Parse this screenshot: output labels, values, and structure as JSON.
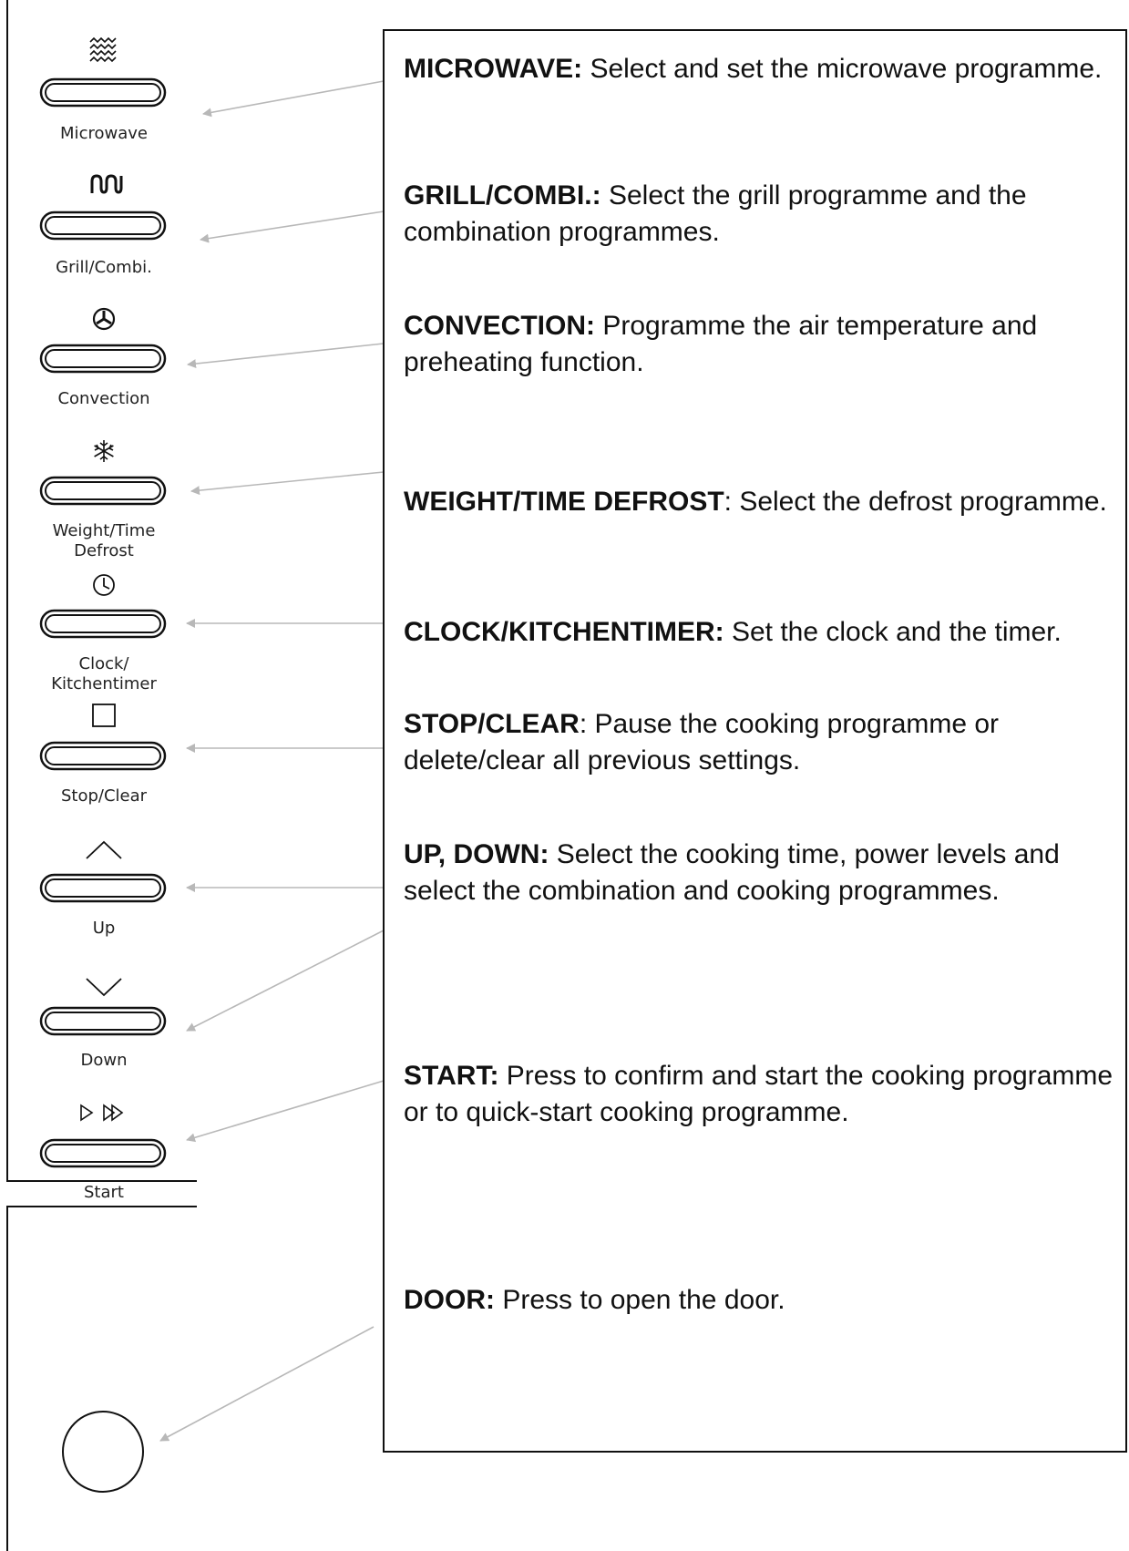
{
  "controls": [
    {
      "id": "microwave",
      "label": "Microwave",
      "icon": "microwave-waves-icon",
      "heading": "MICROWAVE:",
      "text": " Select and set the microwave programme."
    },
    {
      "id": "grill",
      "label": "Grill/Combi.",
      "icon": "grill-coil-icon",
      "heading": "GRILL/COMBI.:",
      "text": " Select the grill programme and the combination programmes."
    },
    {
      "id": "convection",
      "label": "Convection",
      "icon": "convection-fan-icon",
      "heading": "CONVECTION:",
      "text": " Programme the air temperature and preheating function."
    },
    {
      "id": "defrost",
      "label": "Weight/Time Defrost",
      "icon": "snowflake-icon",
      "heading": "WEIGHT/TIME DEFROST",
      "text": ": Select the defrost programme."
    },
    {
      "id": "clock",
      "label": "Clock/ Kitchentimer",
      "icon": "clock-icon",
      "heading": "CLOCK/KITCHENTIMER:",
      "text": " Set the clock and the timer."
    },
    {
      "id": "stop",
      "label": "Stop/Clear",
      "icon": "stop-square-icon",
      "heading": "STOP/CLEAR",
      "text": ": Pause the cooking programme or delete/clear all previous  settings."
    },
    {
      "id": "up",
      "label": "Up",
      "icon": "chevron-up-icon",
      "heading": "UP, DOWN:",
      "text": " Select the cooking time, power levels and select the combination and cooking programmes."
    },
    {
      "id": "down",
      "label": "Down",
      "icon": "chevron-down-icon"
    },
    {
      "id": "start",
      "label": "Start",
      "icon": "play-fast-forward-icon",
      "heading": "START:",
      "text": " Press to confirm and start the cooking programme or to quick-start cooking  programme."
    },
    {
      "id": "door",
      "icon": "door-release-circle-icon",
      "heading": "DOOR:",
      "text": " Press to open the door."
    }
  ],
  "colors": {
    "line": "#111111",
    "arrow": "#b8b8b8",
    "text": "#111111"
  }
}
